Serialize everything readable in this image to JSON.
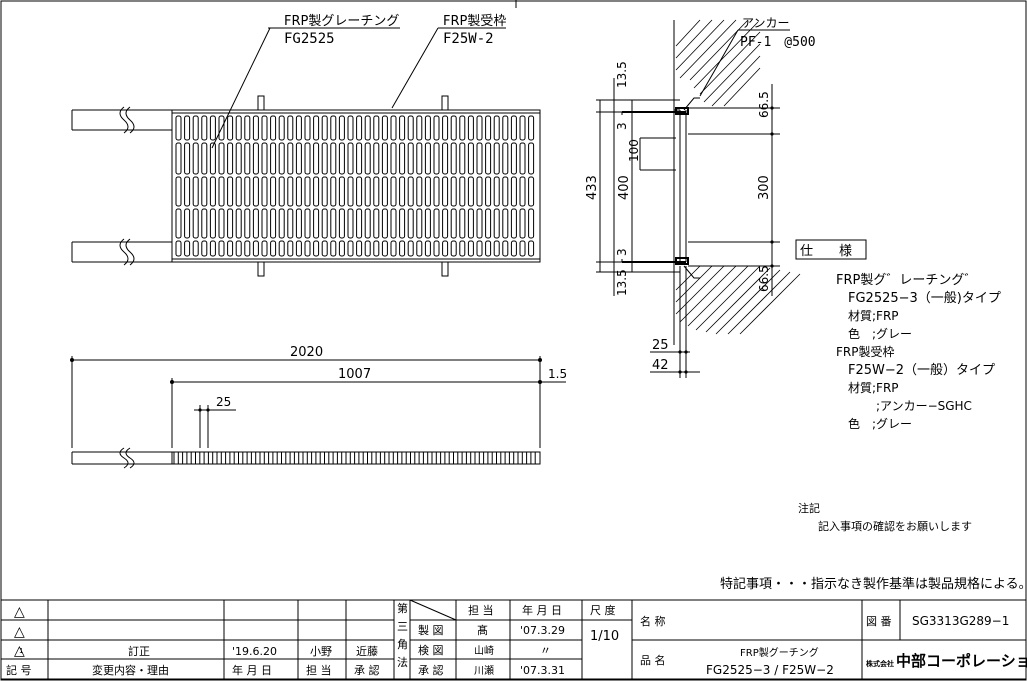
{
  "labels": {
    "grating_name": "FRP製グレーチング",
    "grating_code": "FG2525",
    "frame_name": "FRP製受枠",
    "frame_code": "F25W-2",
    "anchor_name": "アンカー",
    "anchor_code": "PF-1　@500"
  },
  "dims": {
    "d135_top": "13.5",
    "d3_top": "3",
    "d100": "100",
    "d433": "433",
    "d400": "400",
    "d3_bot": "3",
    "d135_bot": "13.5",
    "d665_top": "66.5",
    "d300": "300",
    "d665_bot": "66.5",
    "d25_sec": "25",
    "d42": "42",
    "d2020": "2020",
    "d1007": "1007",
    "d15": "1.5",
    "d25_plan": "25"
  },
  "spec": {
    "title": "仕　　様",
    "l1": "FRP製グ゛レーチング゛",
    "l2": "FG2525−3（一般)タイプ",
    "l3": "材質;FRP",
    "l4": "色　;グレー",
    "l5": "FRP製受枠",
    "l6": "F25W−2（一般）タイプ",
    "l7": "材質;FRP",
    "l8": ";アンカー−SGHC",
    "l9": "色　;グレー"
  },
  "notes": {
    "title": "注記",
    "text": "記入事項の確認をお願いします",
    "special": "特記事項・・・指示なき製作基準は製品規格による。"
  },
  "titleblock": {
    "rev_row1_mark": "△",
    "rev_row2_mark": "△",
    "rev_row3_mark": "△",
    "rev_row3_num": "1",
    "rev_row3_content": "訂正",
    "rev_row3_date": "'19.6.20",
    "rev_row3_charge": "小野",
    "rev_row3_approve": "近藤",
    "col_mark": "記 号",
    "col_content": "変更内容・理由",
    "col_date": "年 月 日",
    "col_charge": "担 当",
    "col_approve": "承 認",
    "angle": "第三角法",
    "h_charge": "担 当",
    "h_date": "年 月 日",
    "r_draw": "製 図",
    "r_check": "検 図",
    "r_approve": "承 認",
    "draw_person": "髙",
    "draw_date": "'07.3.29",
    "check_person": "山崎",
    "check_date": "〃",
    "approve_person": "川瀬",
    "approve_date": "'07.3.31",
    "scale_label": "尺 度",
    "scale_value": "1/10",
    "name_label": "名 称",
    "product_label": "品 名",
    "product_l1": "FRP製グーチング",
    "product_l2": "FG2525−3 / F25W−2",
    "drawing_no_label": "図 番",
    "drawing_no": "SG3313G289−1",
    "company_prefix": "株式会社",
    "company": "中部コーポレーション"
  }
}
